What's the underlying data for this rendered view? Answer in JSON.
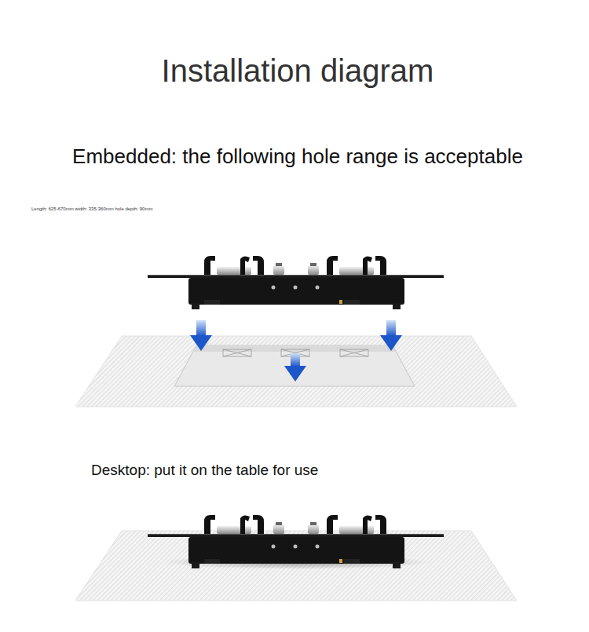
{
  "diagram": {
    "title": "Installation diagram",
    "labels": [
      "Embedded: the following hole range is acceptable",
      "Length: 625-670mm width: 335-360mm hole depth: 90mm",
      "Desktop: put it on the table for use"
    ]
  }
}
